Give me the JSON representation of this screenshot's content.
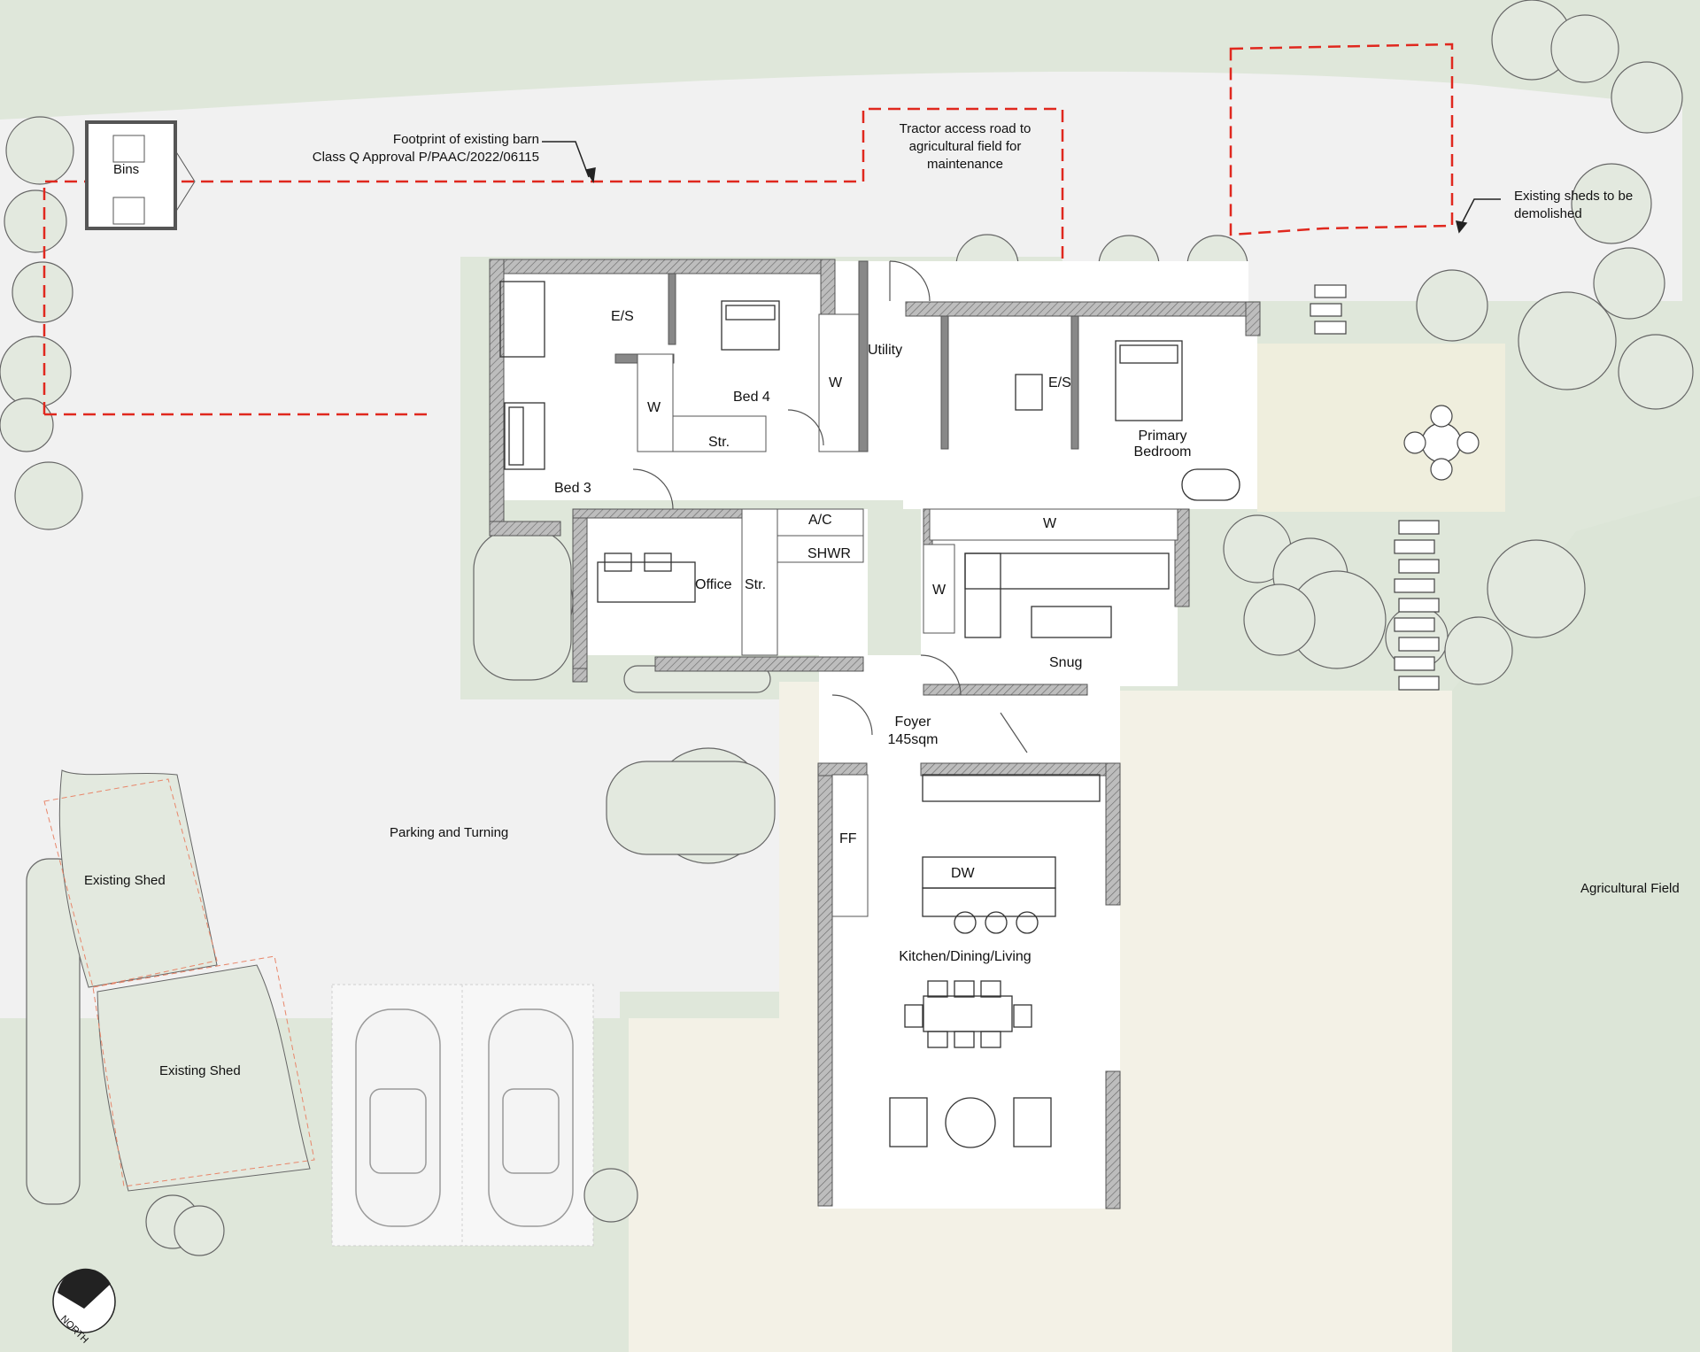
{
  "labels": {
    "bins": "Bins",
    "barn_footprint_1": "Footprint of existing barn",
    "barn_footprint_2": "Class Q Approval P/PAAC/2022/06115",
    "tractor_1": "Tractor access road to",
    "tractor_2": "agricultural field for",
    "tractor_3": "maintenance",
    "sheds_demolish_1": "Existing sheds to be",
    "sheds_demolish_2": "demolished",
    "parking": "Parking and Turning",
    "existing_shed_a": "Existing Shed",
    "existing_shed_b": "Existing Shed",
    "agricultural_field": "Agricultural Field",
    "north": "NORTH"
  },
  "rooms": {
    "es_left": "E/S",
    "bed4": "Bed 4",
    "w_bed4": "W",
    "w_bed3": "W",
    "bed3": "Bed 3",
    "str_top": "Str.",
    "utility": "Utility",
    "es_right": "E/S",
    "primary_1": "Primary",
    "primary_2": "Bedroom",
    "w_primary": "W",
    "ac": "A/C",
    "shwr": "SHWR",
    "office": "Office",
    "str_office": "Str.",
    "w_snug": "W",
    "snug": "Snug",
    "foyer_1": "Foyer",
    "foyer_2": "145sqm",
    "ff": "FF",
    "dw": "DW",
    "kitchen": "Kitchen/Dining/Living"
  },
  "colors": {
    "site_green": "#dfe7da",
    "lawn_beige": "#f3f1e6",
    "gravel": "#f1f1f1",
    "wall": "#555555",
    "red_line": "#e0281e",
    "shed_outline": "#e8866a"
  }
}
